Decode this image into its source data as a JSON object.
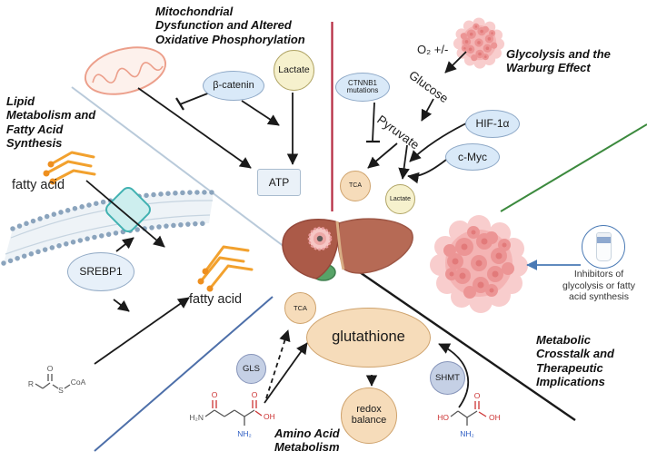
{
  "titles": {
    "mitochondrial": "Mitochondrial\nDysfunction and Altered\nOxidative Phosphorylation",
    "glycolysis": "Glycolysis and the\nWarburg Effect",
    "lipid": "Lipid\nMetabolism and\nFatty Acid\nSynthesis",
    "crosstalk": "Metabolic\nCrosstalk and\nTherapeutic\nImplications",
    "amino_acid": "Amino Acid\nMetabolism"
  },
  "nodes": {
    "beta_catenin": "β-catenin",
    "lactate_top": "Lactate",
    "atp": "ATP",
    "ctnnb1_mutations": "CTNNB1\nmutations",
    "hif1a": "HIF-1α",
    "c_myc": "c-Myc",
    "tca_glycolysis": "TCA",
    "lactate_glycolysis": "Lactate",
    "srebp1": "SREBP1",
    "tca_amino": "TCA",
    "glutathione": "glutathione",
    "redox_balance": "redox\nbalance",
    "gls": "GLS",
    "shmt": "SHMT"
  },
  "labels": {
    "fatty_acid_left": "fatty acid",
    "fatty_acid_center": "fatty acid",
    "o2": "O₂ +/-",
    "glucose": "Glucose",
    "pyruvate": "Pyruvate",
    "inhibitors": "Inhibitors of\nglycolysis or fatty\nacid synthesis"
  },
  "chem": {
    "acyl_coa": {
      "r": "R",
      "o": "O",
      "s": "S",
      "coa": "CoA"
    },
    "glutamine": {
      "h2n": "H₂N",
      "o1": "O",
      "o2": "O",
      "oh": "OH",
      "nh2": "NH₂"
    },
    "serine": {
      "ho": "HO",
      "o": "O",
      "oh": "OH",
      "nh2": "NH₂"
    }
  },
  "colors": {
    "divider_red": "#b5293f",
    "divider_green": "#3c8a3e",
    "divider_blue": "#4d6fa9",
    "divider_lightblue": "#b9cada",
    "divider_black": "#1a1a1a",
    "arrow_black": "#1a1a1a",
    "arrow_blue": "#4a7ab5",
    "node_blue_fill": "#d9e9f8",
    "node_tan_fill": "#f6dcba",
    "node_slate_fill": "#c5d0e5",
    "node_yellow_fill": "#f6f1cd",
    "fatty_acid_orange": "#f2a12e",
    "membrane_dot": "#8ba4bd",
    "transporter_teal": "#41b1b1",
    "liver_brown": "#b2604e",
    "tumor_pink": "#f3b0b0"
  }
}
